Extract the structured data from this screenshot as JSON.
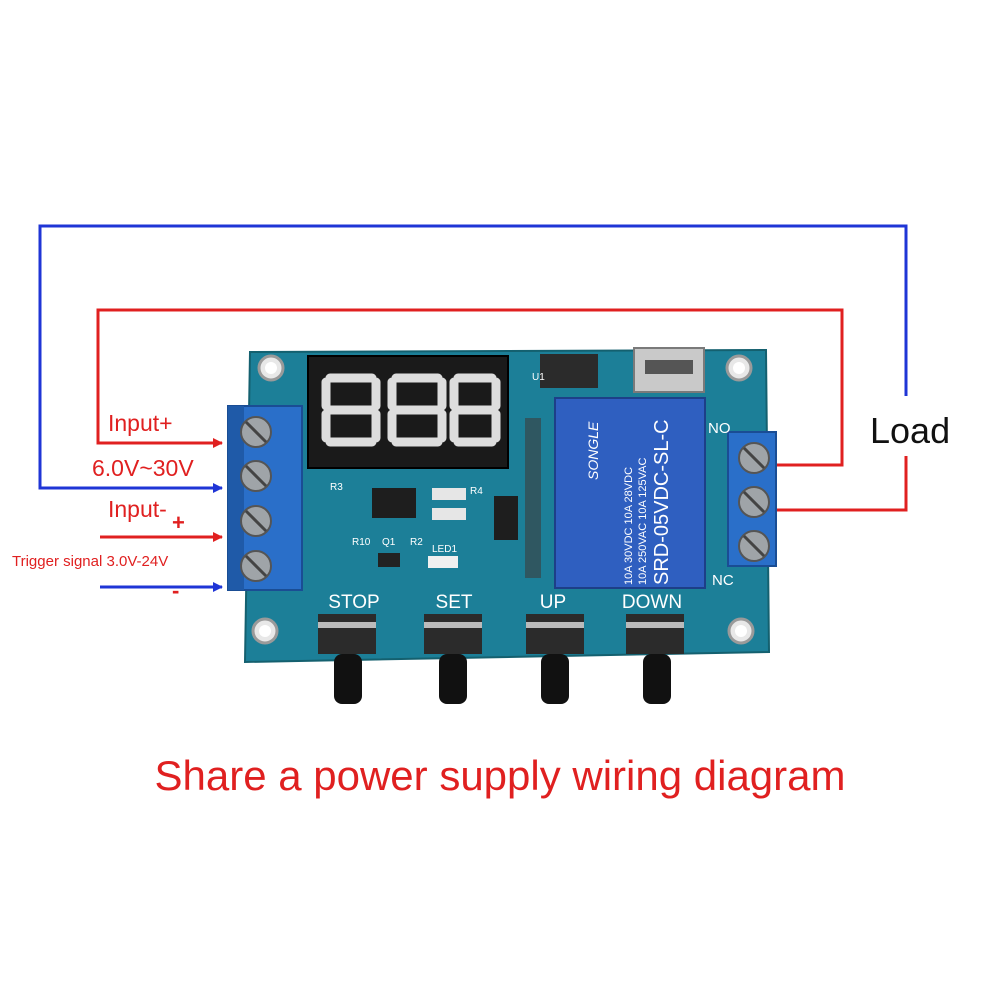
{
  "colors": {
    "wire_positive": "#e02020",
    "wire_negative": "#1f35d6",
    "pcb": "#1c7f98",
    "terminal": "#2a6fc9",
    "relay": "#2f5fc0",
    "display": "#1a1a1a",
    "segment": "#dddddd"
  },
  "labels": {
    "input_plus": "Input+",
    "input_voltage": "6.0V~30V",
    "input_minus": "Input-",
    "trigger_plus": "+",
    "trigger_signal": "Trigger signal 3.0V-24V",
    "trigger_minus": "-",
    "load": "Load",
    "title": "Share a power supply wiring diagram"
  },
  "board": {
    "buttons": [
      "STOP",
      "SET",
      "UP",
      "DOWN"
    ],
    "relay_terminals": {
      "no": "NO",
      "nc": "NC"
    },
    "relay_text": {
      "brand": "SONGLE",
      "model": "SRD-05VDC-SL-C",
      "rating_line1": "10A 250VAC  10A 125VAC",
      "rating_line2": "10A 30VDC  10A 28VDC"
    },
    "silkscreen": [
      "R3",
      "R10",
      "Q1",
      "R2",
      "LED1",
      "R4",
      "U1"
    ]
  }
}
